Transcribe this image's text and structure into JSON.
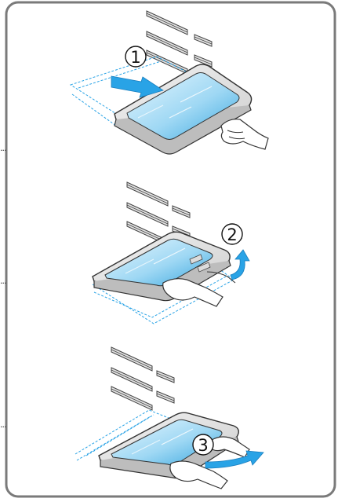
{
  "panel": {
    "border_color": "#7a7a7a",
    "accent_blue": "#29a3e6",
    "glass_light": "#d9f1fc",
    "glass_dark": "#39a8e0"
  },
  "steps": [
    {
      "number": "1",
      "leader": "···",
      "arrow": "push-in-arrow-icon"
    },
    {
      "number": "2",
      "leader": "···",
      "arrow": "lift-up-arrow-icon"
    },
    {
      "number": "3",
      "leader": "···",
      "arrow": "pull-out-arrow-icon"
    }
  ]
}
